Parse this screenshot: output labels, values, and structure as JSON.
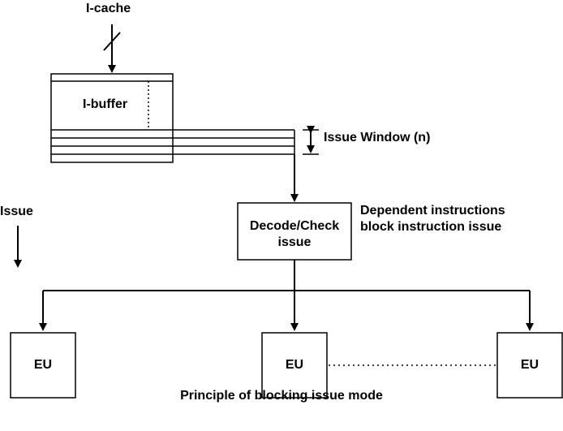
{
  "labels": {
    "icache": "I-cache",
    "ibuffer": "I-buffer",
    "issue_window": "Issue Window (n)",
    "issue": "Issue",
    "decode_line1": "Decode/Check",
    "decode_line2": "issue",
    "dependent_line1": "Dependent instructions",
    "dependent_line2": "block instruction issue",
    "eu1": "EU",
    "eu2": "EU",
    "eu3": "EU",
    "caption": "Principle of blocking issue mode"
  },
  "colors": {
    "stroke": "#000000",
    "background": "#ffffff"
  }
}
